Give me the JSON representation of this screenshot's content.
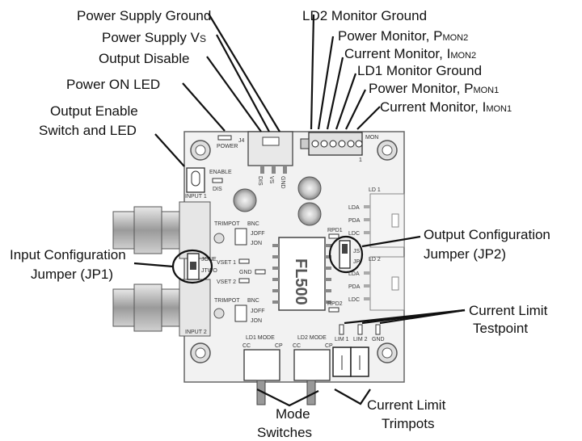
{
  "callouts": {
    "power_supply_ground": "Power Supply Ground",
    "power_supply_vs": "Power Supply V",
    "power_supply_vs_sub": "S",
    "output_disable": "Output Disable",
    "power_on_led": "Power ON LED",
    "output_enable_1": "Output Enable",
    "output_enable_2": "Switch and LED",
    "ld2_monitor_ground": "LD2 Monitor Ground",
    "power_monitor_2": "Power Monitor, P",
    "power_monitor_2_sub": "MON2",
    "current_monitor_2": "Current Monitor, I",
    "current_monitor_2_sub": "MON2",
    "ld1_monitor_ground": "LD1 Monitor Ground",
    "power_monitor_1": "Power Monitor, P",
    "power_monitor_1_sub": "MON1",
    "current_monitor_1": "Current Monitor, I",
    "current_monitor_1_sub": "MON1",
    "output_config_1": "Output Configuration",
    "output_config_2": "Jumper (JP2)",
    "input_config_1": "Input Configuration",
    "input_config_2": "Jumper (JP1)",
    "current_limit_tp_1": "Current Limit",
    "current_limit_tp_2": "Testpoint",
    "mode_switches_1": "Mode",
    "mode_switches_2": "Switches",
    "current_limit_trim_1": "Current Limit",
    "current_limit_trim_2": "Trimpots"
  },
  "board": {
    "chip": "FL500",
    "power": "POWER",
    "j4": "J4",
    "dis": "DIS",
    "vs": "VS",
    "gnd": "GND",
    "mon": "MON",
    "one": "1",
    "enable": "ENABLE",
    "dis2": "DIS",
    "input1": "INPUT 1",
    "input2": "INPUT 2",
    "trimpot": "TRIMPOT",
    "bnc": "BNC",
    "joff": "JOFF",
    "jon": "JON",
    "vset1": "VSET 1",
    "vset2": "VSET 2",
    "gnd2": "GND",
    "jone": "JONE",
    "jtwo": "JTWO",
    "rpd1": "RPD1",
    "rpd2": "RPD2",
    "js": "JS",
    "jp": "JP",
    "ld1": "LD 1",
    "ld2": "LD 2",
    "lda": "LDA",
    "pda": "PDA",
    "ldc": "LDC",
    "lim1": "LIM 1",
    "lim2": "LIM 2",
    "limgnd": "GND",
    "ld1mode": "LD1 MODE",
    "ld2mode": "LD2 MODE",
    "cc": "CC",
    "cp": "CP"
  }
}
